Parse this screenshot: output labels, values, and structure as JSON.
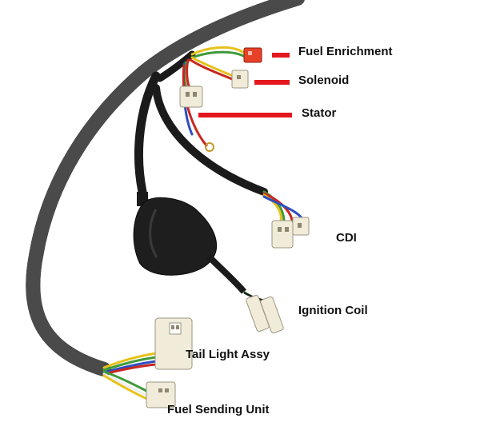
{
  "labels": {
    "fuel_enrichment": "Fuel Enrichment",
    "solenoid": "Solenoid",
    "stator": "Stator",
    "cdi": "CDI",
    "ignition_coil": "Ignition Coil",
    "tail_light_assy": "Tail Light Assy",
    "fuel_sending_unit": "Fuel Sending Unit"
  },
  "colors": {
    "pointer": "#e3171c",
    "sheath": "#1b1b1b",
    "connector": "#f1ecd9",
    "enrichment_connector": "#e8412a",
    "wire_red": "#c9261e",
    "wire_yellow": "#e6c21a",
    "wire_green": "#3f9a3a",
    "wire_blue": "#2d4fc2",
    "wire_white": "#eeeeee"
  }
}
